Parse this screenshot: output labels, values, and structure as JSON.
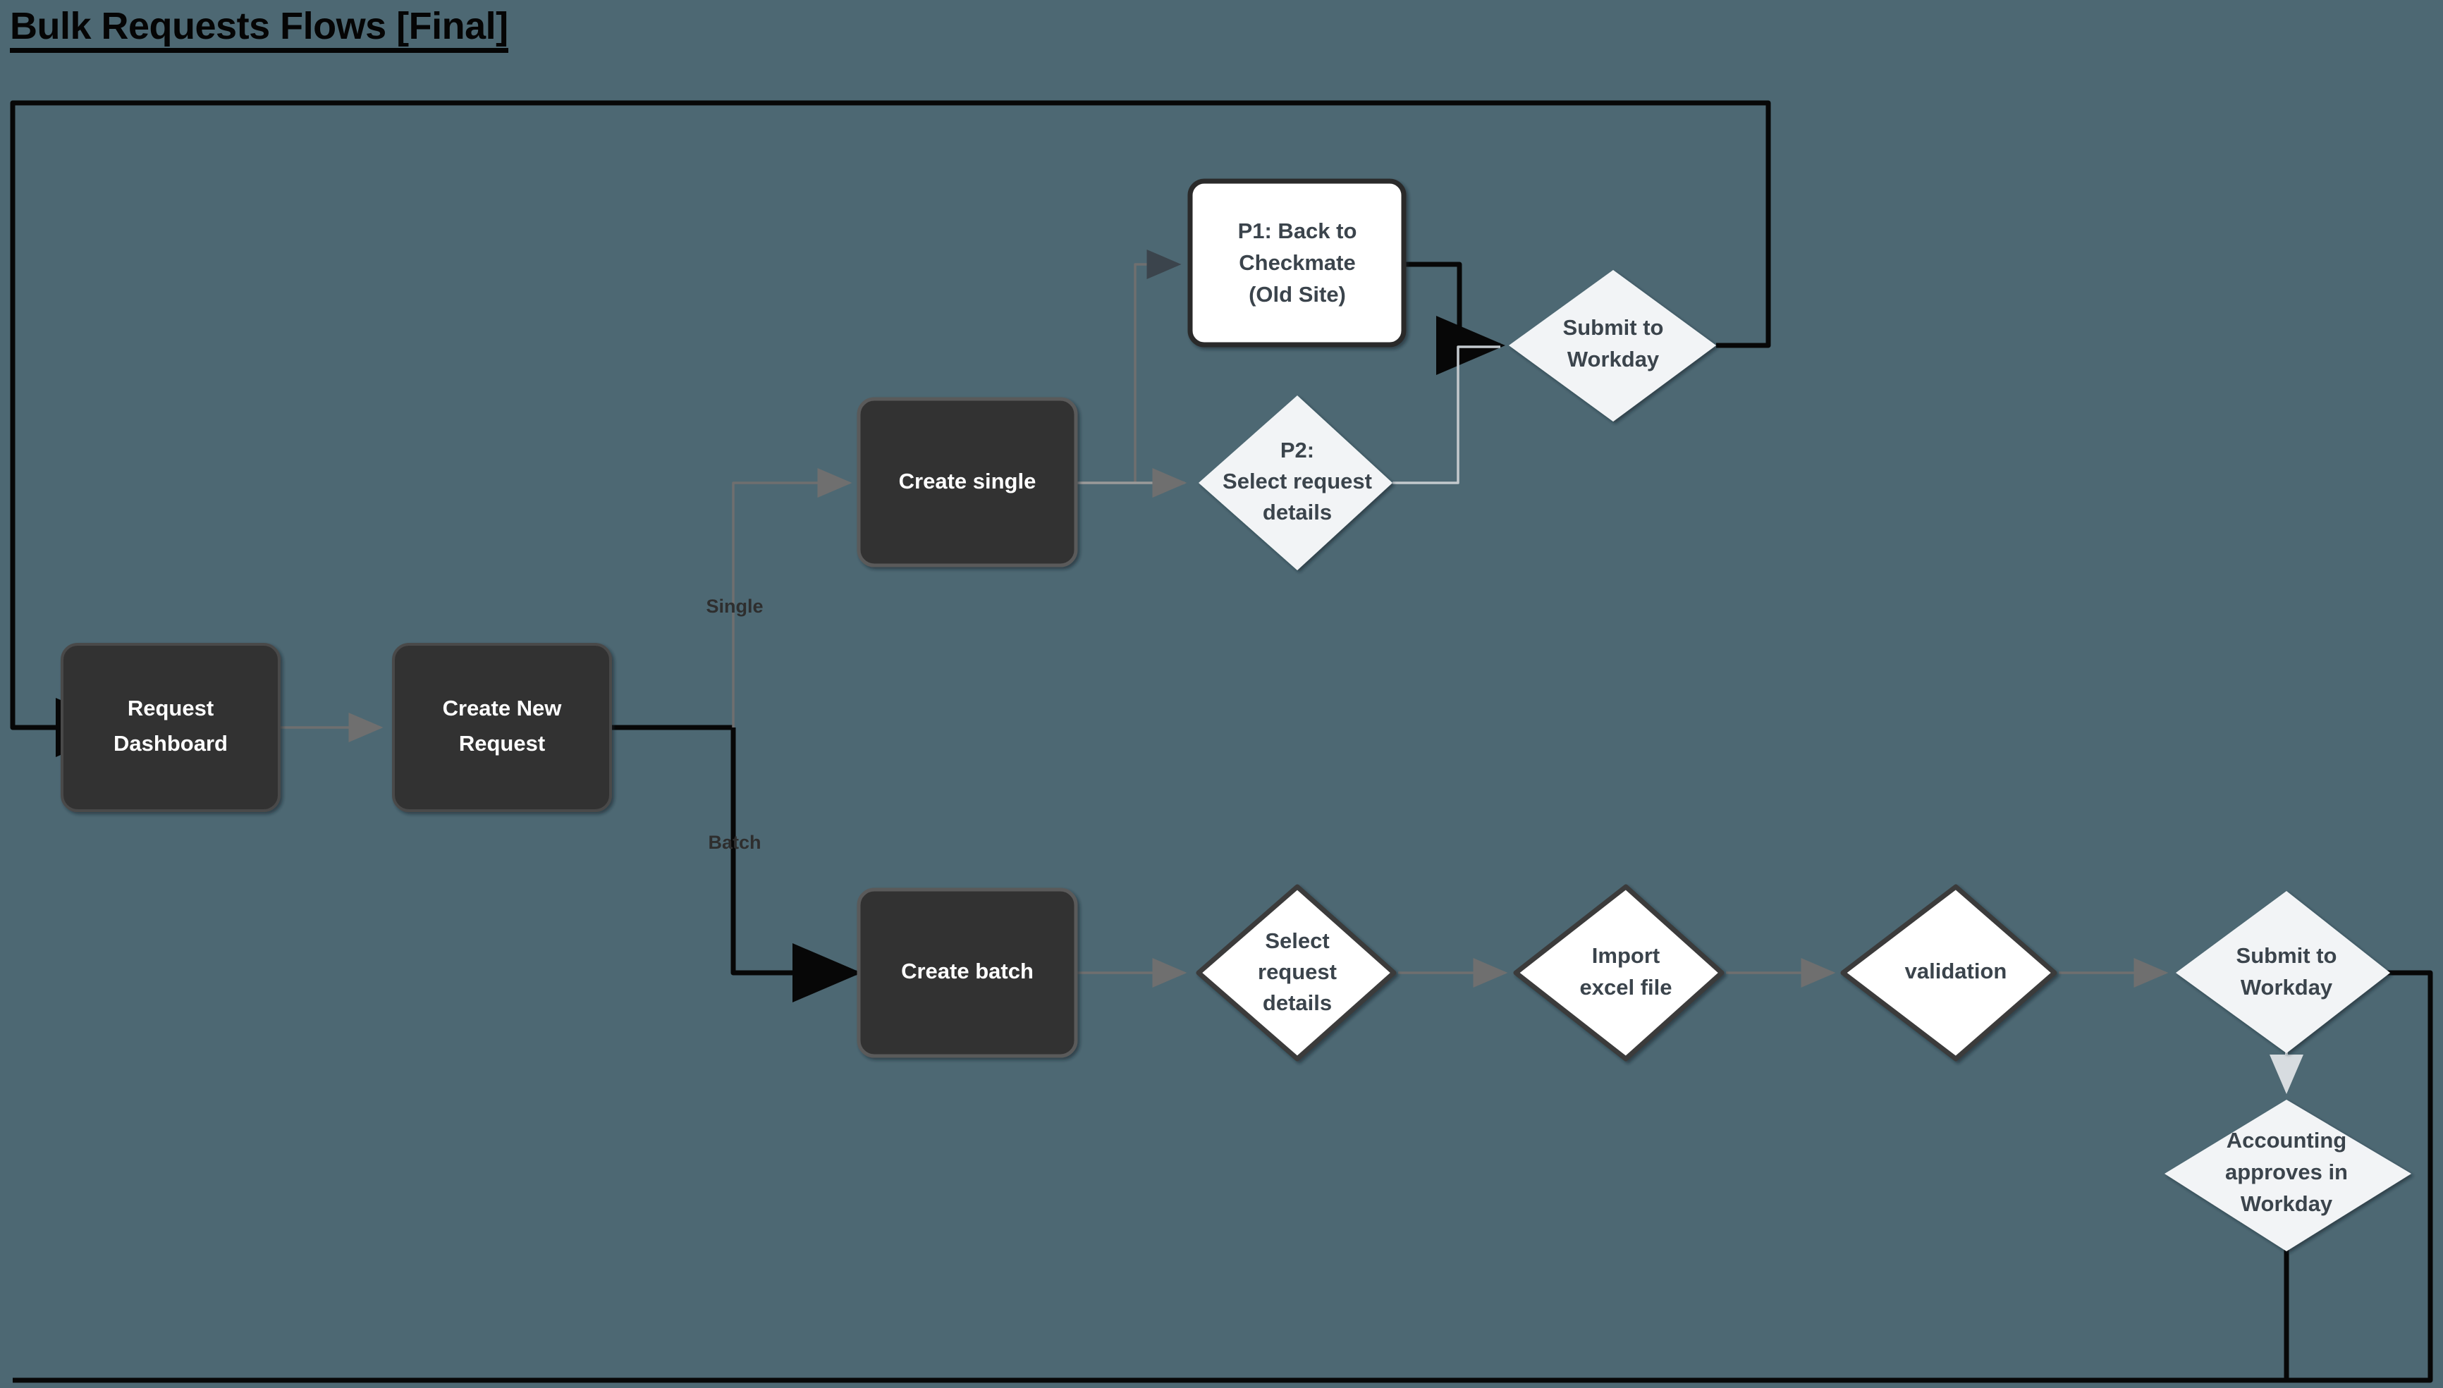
{
  "page": {
    "title": "Bulk Requests Flows [Final]",
    "background_color": "#4d6873"
  },
  "colors": {
    "canvas": "#4d6873",
    "dark_node_fill": "#333333",
    "dark_node_text": "#ffffff",
    "white_node_fill": "#ffffff",
    "light_node_fill": "#f2f4f6",
    "node_text_dark": "#3b444c",
    "stroke_dark": "#3b3b3b",
    "stroke_black": "#000000",
    "stroke_gray": "#6f6f6f",
    "edge_label_text": "#2e2e2e"
  },
  "nodes": {
    "request_dashboard": {
      "label": "Request Dashboard",
      "shape": "rounded-rect",
      "style": "dark"
    },
    "create_new_request": {
      "label": "Create New Request",
      "shape": "rounded-rect",
      "style": "dark"
    },
    "create_single": {
      "label": "Create single",
      "shape": "rounded-rect",
      "style": "dark"
    },
    "create_batch": {
      "label": "Create batch",
      "shape": "rounded-rect",
      "style": "dark"
    },
    "p1_back_to_checkmate": {
      "label": "P1: Back to Checkmate (Old Site)",
      "shape": "rounded-rect",
      "style": "white"
    },
    "p2_select_request_details": {
      "label": "P2: Select request details",
      "shape": "diamond",
      "style": "light"
    },
    "submit_to_workday_top": {
      "label": "Submit to Workday",
      "shape": "diamond",
      "style": "light"
    },
    "select_request_details": {
      "label": "Select request details",
      "shape": "diamond",
      "style": "white"
    },
    "import_excel_file": {
      "label": "Import excel file",
      "shape": "diamond",
      "style": "white"
    },
    "validation": {
      "label": "validation",
      "shape": "diamond",
      "style": "white"
    },
    "submit_to_workday_bottom": {
      "label": "Submit to Workday",
      "shape": "diamond",
      "style": "light"
    },
    "accounting_approves": {
      "label": "Accounting approves in Workday",
      "shape": "diamond",
      "style": "light"
    }
  },
  "node_lines": {
    "request_dashboard": [
      "Request",
      "Dashboard"
    ],
    "create_new_request": [
      "Create New",
      "Request"
    ],
    "create_single": [
      "Create single"
    ],
    "create_batch": [
      "Create batch"
    ],
    "p1_back_to_checkmate": [
      "P1: Back to",
      "Checkmate",
      "(Old Site)"
    ],
    "p2_select_request_details": [
      "P2:",
      "Select request",
      "details"
    ],
    "submit_to_workday_top": [
      "Submit to",
      "Workday"
    ],
    "select_request_details": [
      "Select",
      "request",
      "details"
    ],
    "import_excel_file": [
      "Import",
      "excel file"
    ],
    "validation": [
      "validation"
    ],
    "submit_to_workday_bottom": [
      "Submit to",
      "Workday"
    ],
    "accounting_approves": [
      "Accounting",
      "approves in",
      "Workday"
    ]
  },
  "edge_labels": {
    "single": "Single",
    "batch": "Batch"
  },
  "edges": [
    {
      "from": "loop-entry",
      "to": "request_dashboard",
      "style": "black"
    },
    {
      "from": "request_dashboard",
      "to": "create_new_request",
      "style": "gray"
    },
    {
      "from": "create_new_request",
      "to": "create_single",
      "label": "Single",
      "style": "gray"
    },
    {
      "from": "create_new_request",
      "to": "create_batch",
      "label": "Batch",
      "style": "black"
    },
    {
      "from": "create_single",
      "to": "p1_back_to_checkmate",
      "style": "gray"
    },
    {
      "from": "create_single",
      "to": "p2_select_request_details",
      "style": "gray"
    },
    {
      "from": "p1_back_to_checkmate",
      "to": "submit_to_workday_top",
      "style": "black"
    },
    {
      "from": "p2_select_request_details",
      "to": "submit_to_workday_top",
      "style": "gray"
    },
    {
      "from": "submit_to_workday_top",
      "to": "request_dashboard",
      "style": "black"
    },
    {
      "from": "create_batch",
      "to": "select_request_details",
      "style": "gray"
    },
    {
      "from": "select_request_details",
      "to": "import_excel_file",
      "style": "gray"
    },
    {
      "from": "import_excel_file",
      "to": "validation",
      "style": "gray"
    },
    {
      "from": "validation",
      "to": "submit_to_workday_bottom",
      "style": "gray"
    },
    {
      "from": "submit_to_workday_bottom",
      "to": "accounting_approves",
      "style": "light"
    },
    {
      "from": "submit_to_workday_bottom",
      "to": "request_dashboard",
      "style": "black"
    },
    {
      "from": "accounting_approves",
      "to": "request_dashboard",
      "style": "black"
    }
  ]
}
